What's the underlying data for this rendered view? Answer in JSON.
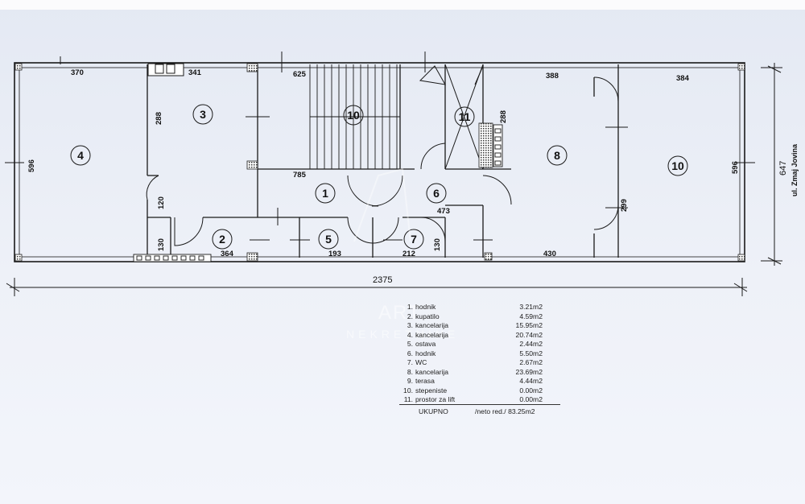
{
  "plan": {
    "total_width_dim": "2375",
    "total_height_dim": "647",
    "street_label": "ul. Zmaj Jovina",
    "dims": {
      "d370": "370",
      "d341": "341",
      "d625": "625",
      "d388": "388",
      "d384": "384",
      "d288a": "288",
      "d288b": "288",
      "d596a": "596",
      "d596b": "596",
      "d120": "120",
      "d130a": "130",
      "d130b": "130",
      "d785": "785",
      "d473": "473",
      "d299": "299",
      "d364": "364",
      "d193": "193",
      "d212": "212",
      "d430": "430"
    },
    "room_labels": {
      "r1": "1",
      "r2": "2",
      "r3": "3",
      "r4": "4",
      "r5": "5",
      "r6": "6",
      "r7": "7",
      "r8": "8",
      "r10a": "10",
      "r10b": "10",
      "r11": "11"
    }
  },
  "watermark": {
    "line1": "ART",
    "line2": "NEKRETNINE"
  },
  "legend": {
    "rows": [
      {
        "num": "1.",
        "name": "hodnik",
        "area": "3.21m2"
      },
      {
        "num": "2.",
        "name": "kupatilo",
        "area": "4.59m2"
      },
      {
        "num": "3.",
        "name": "kancelarija",
        "area": "15.95m2"
      },
      {
        "num": "4.",
        "name": "kancelarija",
        "area": "20.74m2"
      },
      {
        "num": "5.",
        "name": "ostava",
        "area": "2.44m2"
      },
      {
        "num": "6.",
        "name": "hodnik",
        "area": "5.50m2"
      },
      {
        "num": "7.",
        "name": "WC",
        "area": "2.67m2"
      },
      {
        "num": "8.",
        "name": "kancelarija",
        "area": "23.69m2"
      },
      {
        "num": "9.",
        "name": "terasa",
        "area": "4.44m2"
      },
      {
        "num": "10.",
        "name": "stepeniste",
        "area": "0.00m2"
      },
      {
        "num": "11.",
        "name": "prostor za lift",
        "area": "0.00m2"
      }
    ],
    "total_label": "UKUPNO",
    "total_value": "/neto red./ 83.25m2"
  }
}
